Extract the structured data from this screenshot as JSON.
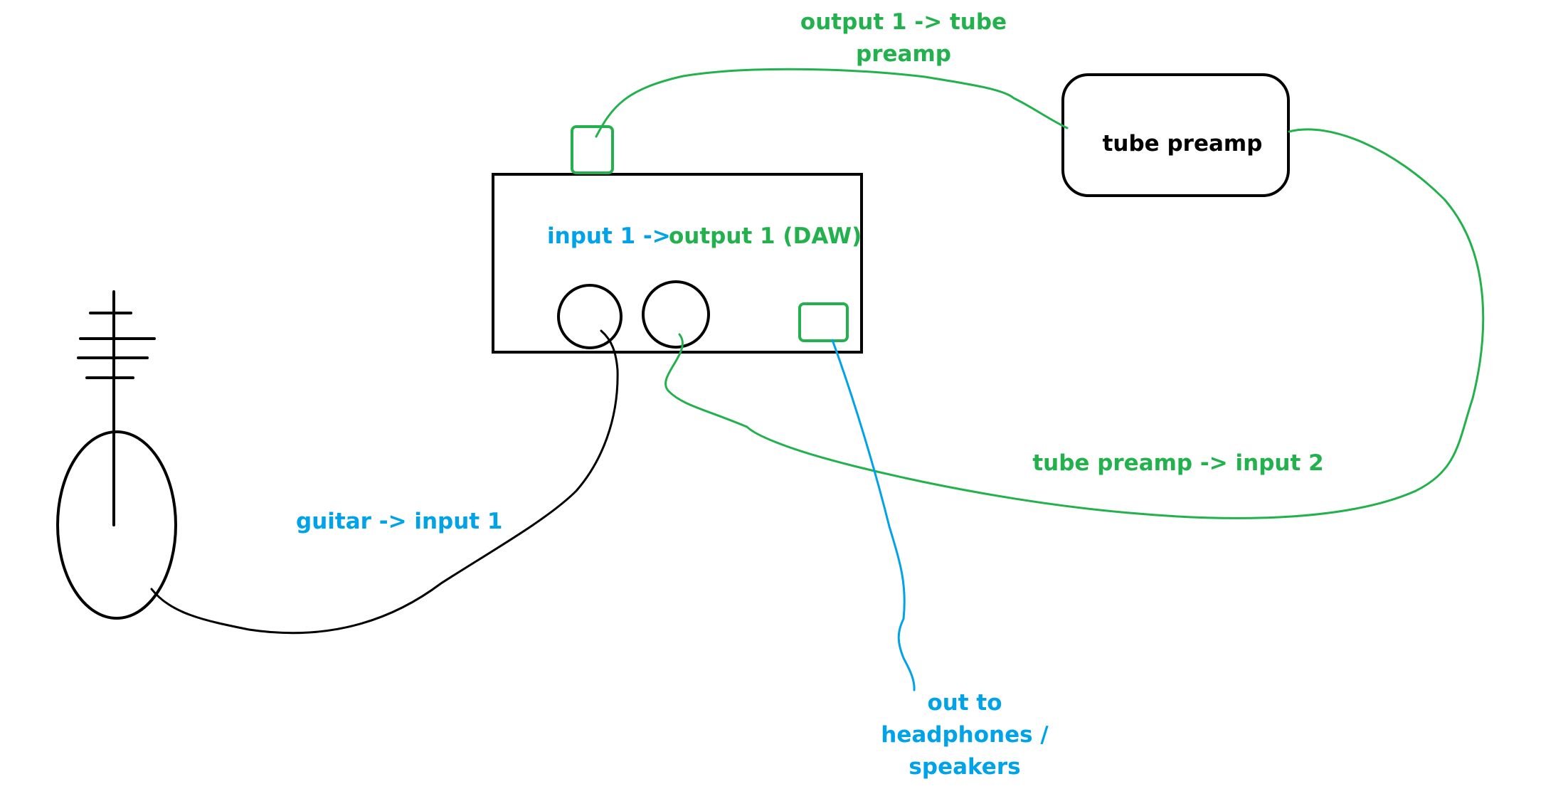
{
  "colors": {
    "ink": "#000000",
    "green": "#22b14c",
    "blue": "#00a2e8",
    "background": "#ffffff"
  },
  "labels": {
    "output1_line1": "output 1 -> tube",
    "output1_line2": "preamp",
    "tube_preamp": "tube preamp",
    "input1_arrow": "input 1 ->",
    "output1_daw": "output 1 (DAW)",
    "guitar_input": "guitar -> input 1",
    "preamp_input2": "tube preamp -> input 2",
    "out_line1": "out to",
    "out_line2": "headphones /",
    "out_line3": "speakers"
  }
}
